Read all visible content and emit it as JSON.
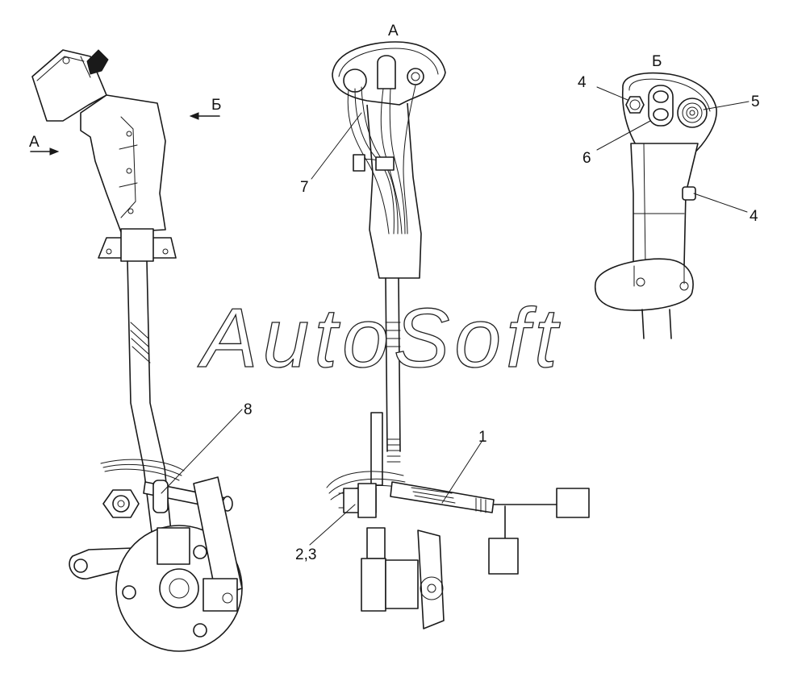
{
  "labels": {
    "view_a_left": "А",
    "view_b_left": "Б",
    "view_a_top": "А",
    "view_b_top": "Б",
    "callout_1": "1",
    "callout_23": "2,3",
    "callout_4_top": "4",
    "callout_4_right": "4",
    "callout_5": "5",
    "callout_6": "6",
    "callout_7": "7",
    "callout_8": "8"
  },
  "watermark": "AutoSoft"
}
